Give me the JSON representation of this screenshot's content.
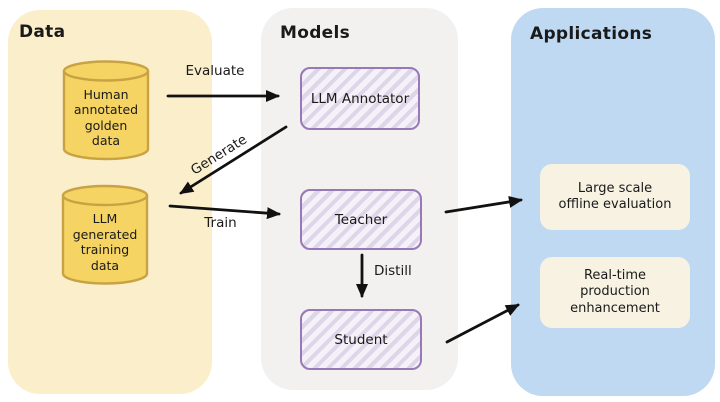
{
  "columns": {
    "data": {
      "title": "Data",
      "bg": "#FAEECB"
    },
    "models": {
      "title": "Models",
      "bg": "#F2F1EF"
    },
    "applications": {
      "title": "Applications",
      "bg": "#BFD9F3"
    }
  },
  "data_nodes": [
    {
      "label": "Human\nannotated\ngolden\ndata",
      "shape": "database-cylinder"
    },
    {
      "label": "LLM\ngenerated\ntraining\ndata",
      "shape": "database-cylinder"
    }
  ],
  "model_nodes": [
    {
      "label": "LLM Annotator"
    },
    {
      "label": "Teacher"
    },
    {
      "label": "Student"
    }
  ],
  "application_nodes": [
    {
      "label": "Large scale\noffline evaluation"
    },
    {
      "label": "Real-time\nproduction\nenhancement"
    }
  ],
  "edges": [
    {
      "from": "Human annotated golden data",
      "to": "LLM Annotator",
      "label": "Evaluate"
    },
    {
      "from": "LLM Annotator",
      "to": "LLM generated training data",
      "label": "Generate"
    },
    {
      "from": "LLM generated training data",
      "to": "Teacher",
      "label": "Train"
    },
    {
      "from": "Teacher",
      "to": "Student",
      "label": "Distill"
    },
    {
      "from": "Teacher",
      "to": "Large scale offline evaluation",
      "label": ""
    },
    {
      "from": "Student",
      "to": "Real-time production enhancement",
      "label": ""
    }
  ],
  "colors": {
    "data_column_bg": "#FAEECB",
    "models_column_bg": "#F2F1EF",
    "applications_column_bg": "#BFD9F3",
    "database_fill": "#F5D464",
    "database_stroke": "#C8A243",
    "model_box_border": "#9878B8",
    "model_box_stripe_dark": "#DDD5E8",
    "model_box_stripe_light": "#F4F1F8",
    "application_box_bg": "#F7F2E2",
    "arrow_color": "#111111",
    "text_color": "#1A1A1A"
  }
}
